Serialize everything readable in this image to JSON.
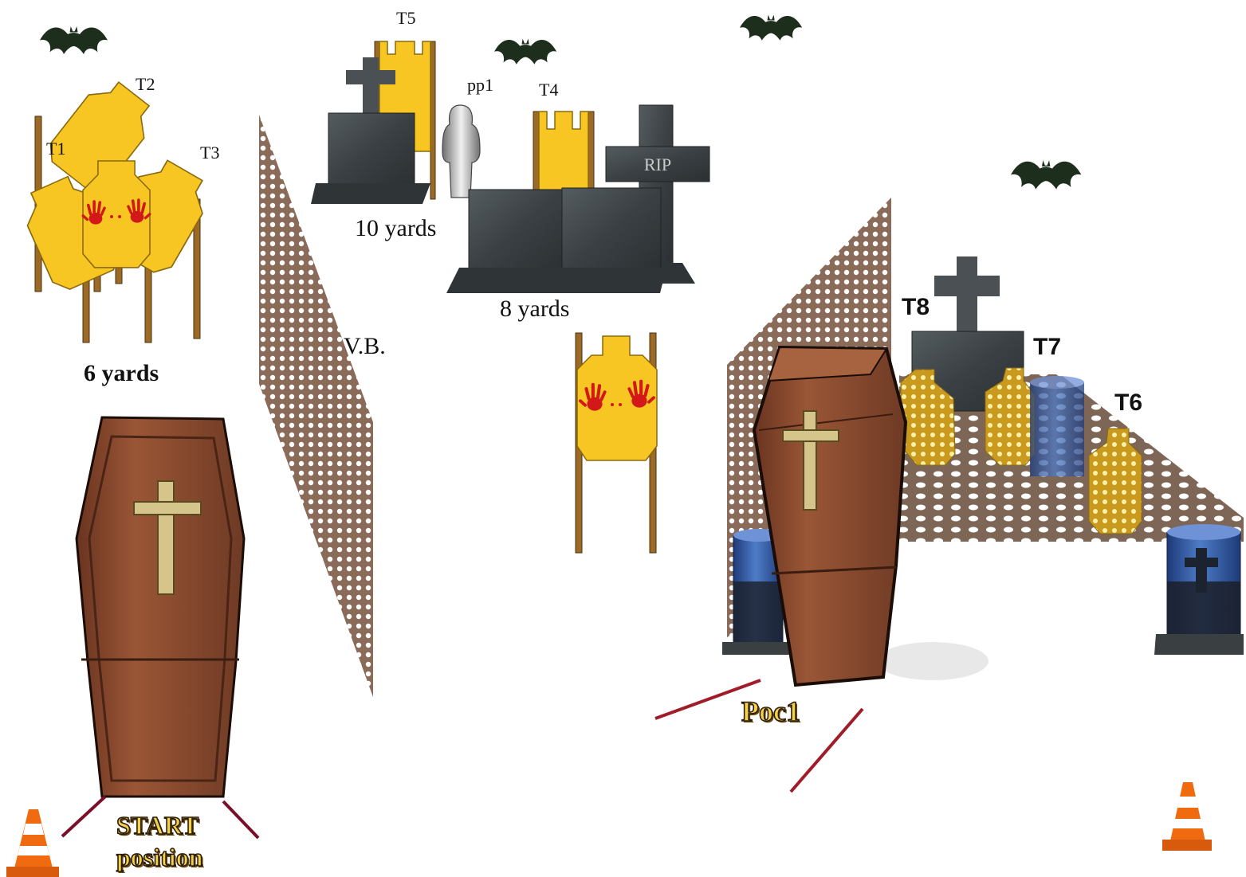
{
  "labels": {
    "t1": "T1",
    "t2": "T2",
    "t3": "T3",
    "t4": "T4",
    "t5": "T5",
    "t6": "T6",
    "t7": "T7",
    "t8": "T8",
    "pp1": "pp1",
    "vb": "V.B.",
    "six_yards": "6 yards",
    "ten_yards": "10 yards",
    "eight_yards": "8 yards",
    "start_line1": "START",
    "start_line2": "position",
    "poc1": "Poc1"
  },
  "rip_text": "RIP",
  "colors": {
    "target_yellow": "#f7c623",
    "target_outline": "#8a6a10",
    "stake": "#9b6a26",
    "coffin": "#8b4a2e",
    "coffin_dark": "#5c2e1a",
    "stone": "#3f4447",
    "barrier": "#8a6a58",
    "bat": "#1d2e1c",
    "fault_line": "#a01c28",
    "hand": "#d21818",
    "barrel": "#2d4e90",
    "cone": "#f06a10"
  },
  "icons": [
    "bat-icon",
    "tombstone-icon",
    "cross-icon",
    "coffin-icon",
    "traffic-cone-icon",
    "barrel-icon",
    "no-shoot-silhouette-icon",
    "handprint-icon"
  ]
}
